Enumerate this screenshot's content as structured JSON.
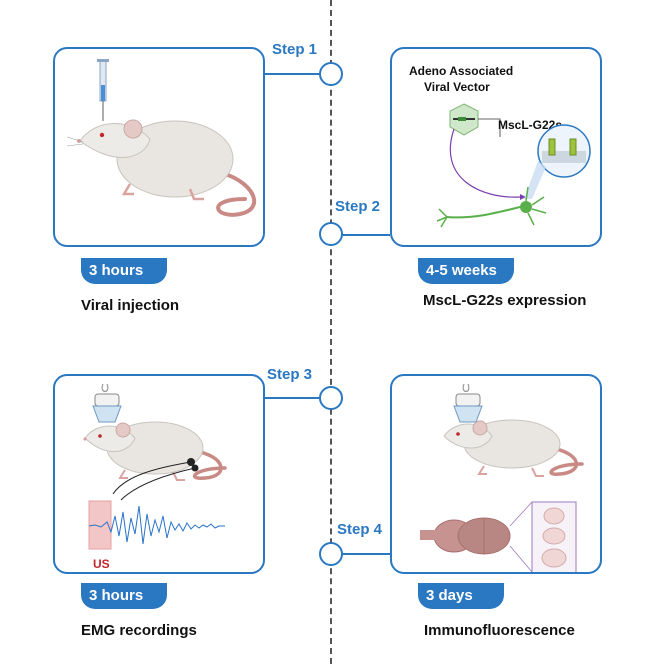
{
  "steps": [
    {
      "label": "Step 1",
      "duration": "3 hours",
      "caption": "Viral injection"
    },
    {
      "label": "Step 2",
      "duration": "4-5 weeks",
      "caption": "MscL-G22s expression"
    },
    {
      "label": "Step 3",
      "duration": "3 hours",
      "caption": "EMG recordings"
    },
    {
      "label": "Step 4",
      "duration": "3 days",
      "caption": "Immunofluorescence"
    }
  ],
  "panel2": {
    "vector_line1": "Adeno Associated",
    "vector_line2": "Viral Vector",
    "channel": "MscL-G22s"
  },
  "panel3": {
    "us_label": "US"
  },
  "colors": {
    "accent": "#2b78c2",
    "mouse": "#e9e6e2",
    "tail": "#c98a86",
    "emg": "#2a73c9",
    "us_zone": "#f2c6c6"
  }
}
